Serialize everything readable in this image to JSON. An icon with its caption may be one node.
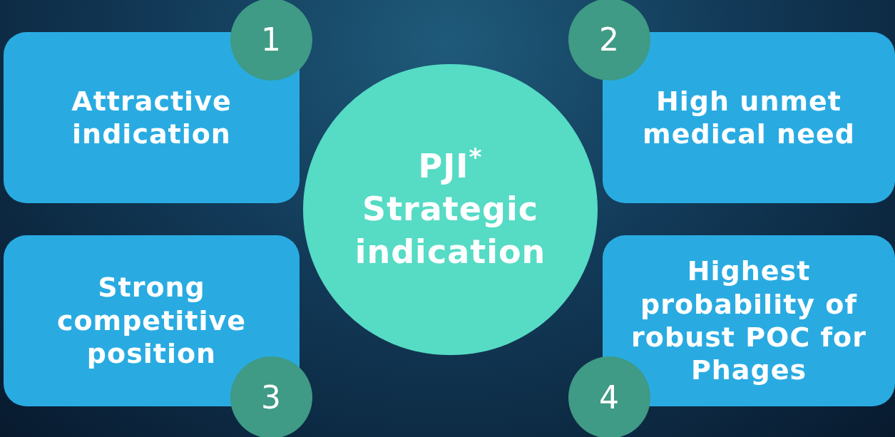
{
  "diagram": {
    "nodes": [
      {
        "text": [
          "Attractive indication"
        ]
      },
      {
        "text": [
          "1"
        ]
      },
      {
        "text": [
          "High unmet medical need"
        ]
      },
      {
        "text": [
          "2"
        ]
      },
      {
        "text": [
          "PJI$^{*}$ Strategic indication"
        ]
      },
      {
        "text": [
          "Strong competitive position"
        ]
      },
      {
        "text": [
          "3"
        ]
      },
      {
        "text": [
          "Highest probability of robust POC for Phages"
        ]
      },
      {
        "text": [
          "4"
        ]
      }
    ]
  }
}
